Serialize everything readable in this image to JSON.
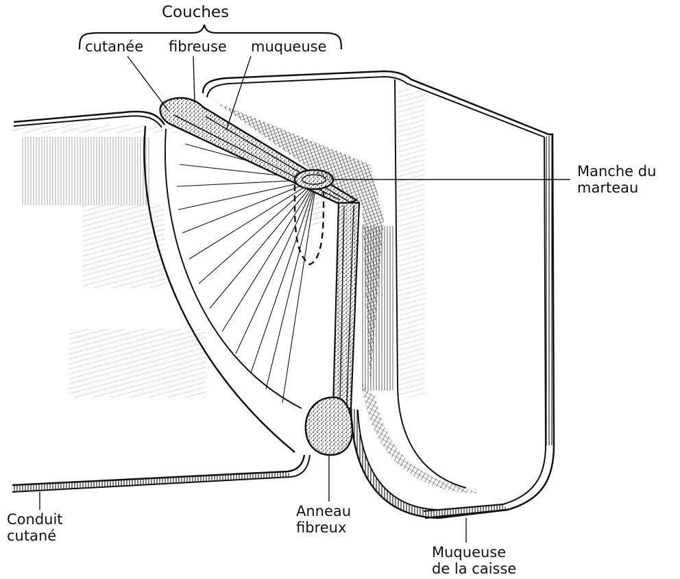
{
  "labels": {
    "couches": "Couches",
    "cutanee": "cutanée",
    "fibreuse": "fibreuse",
    "muqueuse": "muqueuse",
    "manche_line1": "Manche du",
    "manche_line2": "marteau",
    "conduit_line1": "Conduit",
    "conduit_line2": "cutané",
    "anneau_line1": "Anneau",
    "anneau_line2": "fibreux",
    "muqueuse_caisse_line1": "Muqueuse",
    "muqueuse_caisse_line2": "de la caisse"
  },
  "colors": {
    "ink": "#111111",
    "paper": "#ffffff"
  }
}
